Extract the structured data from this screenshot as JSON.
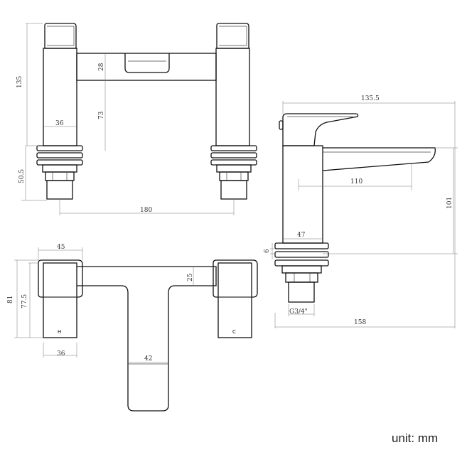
{
  "dimensions": {
    "front_height": "135",
    "bridge_height": "28",
    "handle_to_body": "73",
    "handle_width": "36",
    "tail_height": "50.5",
    "centres": "180",
    "side_length": "135.5",
    "spout_reach": "110",
    "side_height": "101",
    "side_body": "47",
    "washer": "6",
    "thread": "G3/4\"",
    "side_total": "158",
    "top_handle_width": "45",
    "top_depth": "81",
    "top_inner": "77.5",
    "bridge_depth": "25",
    "top_handle_inner": "36",
    "spout_width": "42"
  },
  "labels": {
    "hot": "H",
    "cold": "C",
    "unit": "unit: mm"
  }
}
